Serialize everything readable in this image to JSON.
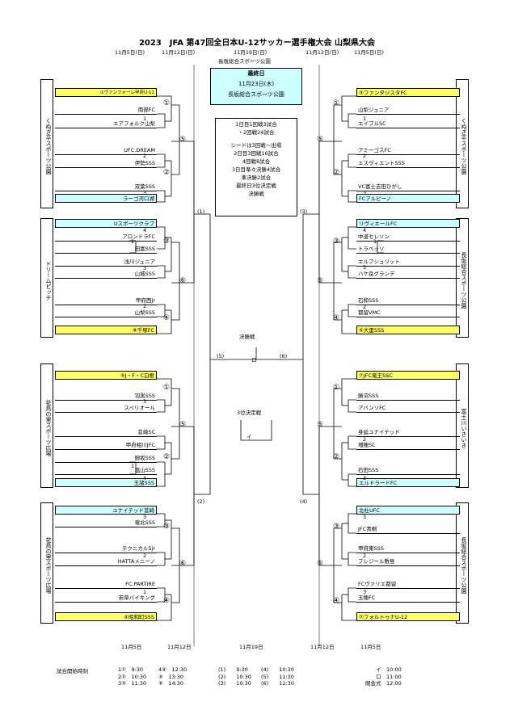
{
  "title": "2023　JFA 第47回全日本U-12サッカー選手権大会 山梨県大会",
  "headers": {
    "top_left_r1": "11月5日(日)",
    "top_left_r2": "11月12日(日)",
    "top_center": "11月19日(日)",
    "top_center_venue": "長坂総合スポーツ公園",
    "top_right_r2": "11月12日(日)",
    "top_right_r1": "11月5日(日)",
    "bottom_left_r1": "11月5日",
    "bottom_left_r2": "11月12日",
    "bottom_center": "11月19日",
    "bottom_right_r2": "11月12日",
    "bottom_right_r1": "11月5日"
  },
  "final_box": {
    "line1": "最終日",
    "line2": "11月23日(木)",
    "line3": "長坂総合スポーツ公園"
  },
  "notes": [
    "1日目1回戦3試合",
    "・2回戦24試合",
    "",
    "シードは3回戦～出場",
    "2日目3回戦16試合",
    "4回戦8試合",
    "3日目準々決勝4試合",
    "準決勝2試合",
    "最終日3位決定戦",
    "決勝戦"
  ],
  "final_label": "決勝戦",
  "final_mark": "ロ",
  "third_label": "3位決定戦",
  "third_mark": "イ",
  "venues_left": [
    "くぬぎ平スポーツ公園",
    "ドリームピッチ",
    "花鳥の里スポーツ広場",
    "花鳥の里スポーツ広場"
  ],
  "venues_right": [
    "くぬぎ平スポーツ公園",
    "長坂総合スポーツ公園",
    "富士川いきいき",
    "長坂総合スポーツ公園"
  ],
  "left_teams": [
    "①ヴァンフォーレ甲府U-12",
    "南部FC",
    "エアフォルク山梨",
    "UFC.DREAM",
    "伊勢SSS",
    "双葉SSS",
    "ラーゴ河口湖",
    "Uスポーツクラブ",
    "アロンドラFC",
    "田富SSS",
    "浅川ジュニア",
    "山城SSS",
    "甲府西Jr",
    "山梨SSS",
    "⑧千塚FC",
    "⑤J・F・C白根",
    "羽黒SSS",
    "スペリオール",
    "韮崎SC",
    "甲府相川JFC",
    "御坂SSS",
    "塩山SSS",
    "玉諸SSS",
    "ユナイテッド韮崎",
    "竜北SSS",
    "テクニカルSjr",
    "HATTAメニーノ",
    "FC.PARTIRE",
    "若草バイキング",
    "④昭和町SSS"
  ],
  "right_teams": [
    "③ファンタジスタFC",
    "山梨ジュニア",
    "エイブルSC",
    "アミーゴスFC",
    "エスヴィエントSSS",
    "VC富士吉田ひがし",
    "FCアルピーノ",
    "リヴィエールFC",
    "中道セレソン",
    "トラベッソ",
    "エルフシュリット",
    "ハケ岳グランデ",
    "石和SSS",
    "都留VMC",
    "⑥大里SSS",
    "⑦JFC竜王SSC",
    "勝沼SSS",
    "アバンソFC",
    "身延ユナイテッド",
    "増穂SC",
    "石田SSS",
    "エルドラードFC",
    "北杜UFC",
    "JFC青桐",
    "甲府東SSS",
    "プレジール敷島",
    "FCヴァリエ都留",
    "玉穂FC",
    "⑦フォルトゥナU-12"
  ],
  "left_match_numbers": [
    "1",
    "2",
    "3",
    "4",
    "1",
    "3",
    "2",
    "3",
    "1",
    "4",
    "3",
    "2",
    "1"
  ],
  "right_match_numbers": [
    "1",
    "2",
    "3",
    "4",
    "1",
    "2",
    "3",
    "2",
    "3",
    "3",
    "2",
    "3"
  ],
  "circled": {
    "left_r3": [
      "①",
      "②",
      "③",
      "④",
      "①",
      "②",
      "③",
      "④"
    ],
    "left_r4": [
      "⑤",
      "⑥",
      "⑤",
      "⑥"
    ],
    "left_qf": [
      "(1)",
      "(2)"
    ],
    "left_sf": "(5)",
    "right_r3": [
      "①",
      "②",
      "③",
      "④",
      "①",
      "②",
      "③",
      "④"
    ],
    "right_r4": [
      "⑤",
      "⑥",
      "⑤",
      "⑥"
    ],
    "right_qf": [
      "(3)",
      "(4)"
    ],
    "right_sf": "(6)"
  },
  "schedule": {
    "label": "試合開始時刻",
    "col1": "1①　9:30\n2②　10:30\n3③　11:30",
    "col2": "4④　12:30\n⑤　13:30\n⑥　14:30",
    "col3": "(1)　　9:30\n(2)　　10:30\n(3)　　10:30",
    "col4": "(4)　　10:30\n(5)　　11:30\n(6)　　12:30",
    "col5": "イ　10:00\nロ　11:00\n閉会式　12:00"
  }
}
